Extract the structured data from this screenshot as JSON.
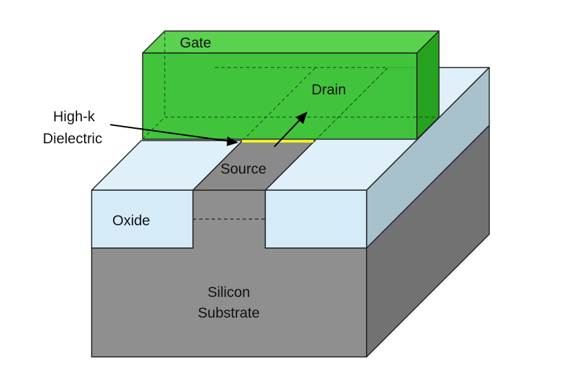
{
  "labels": {
    "gate": "Gate",
    "drain": "Drain",
    "source": "Source",
    "high_k_line1": "High-k",
    "high_k_line2": "Dielectric",
    "oxide": "Oxide",
    "substrate_line1": "Silicon",
    "substrate_line2": "Substrate"
  },
  "colors": {
    "gate_front": "#33c02d",
    "gate_top": "#5ad24f",
    "gate_side": "#27a21f",
    "oxide_front": "#d5ecf8",
    "oxide_top": "#dff0fa",
    "oxide_side": "#a7c1cd",
    "substrate_front": "#8f8f8f",
    "substrate_side": "#727272",
    "channel": "#8a8a8a",
    "high_k": "#f2f220",
    "outline": "#222222"
  }
}
